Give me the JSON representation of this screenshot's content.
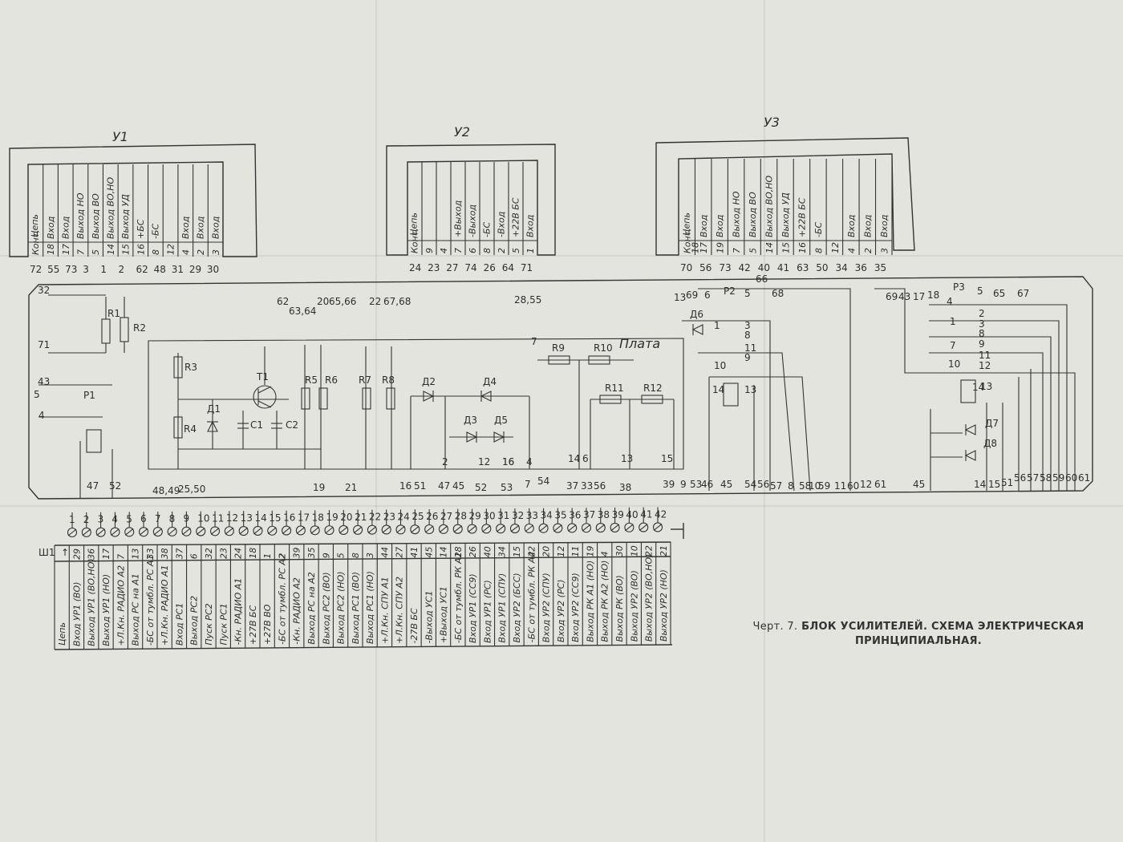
{
  "caption": {
    "prefix": "Черт. 7.",
    "line1": "БЛОК УСИЛИТЕЛЕЙ. СХЕМА ЭЛЕКТРИЧЕСКАЯ",
    "line2": "ПРИНЦИПИАЛЬНАЯ."
  },
  "board_label": "Плата",
  "u1": {
    "title": "У1",
    "circuit_label": "Цепь",
    "kont_label": "Конт.",
    "signals": [
      "Вход",
      "Вход",
      "Выход НО",
      "Выход ВО",
      "Выход ВО,НО",
      "Выход УД",
      "+БС",
      "-БС",
      "",
      "Вход",
      "Вход",
      "Вход"
    ],
    "contacts": [
      "18",
      "17",
      "7",
      "5",
      "14",
      "15",
      "16",
      "8",
      "12",
      "4",
      "2",
      "3"
    ],
    "ext": [
      "72",
      "55",
      "73",
      "3",
      "1",
      "2",
      "62",
      "48",
      "31",
      "29",
      "30"
    ]
  },
  "u2": {
    "title": "У2",
    "circuit_label": "Цепь",
    "kont_label": "Конт.",
    "signals": [
      "",
      "",
      "+Выход",
      "-Выход",
      "-БС",
      "-Вход",
      "+22В БС",
      "Вход"
    ],
    "contacts": [
      "9",
      "4",
      "7",
      "6",
      "8",
      "2",
      "5",
      "1"
    ],
    "ext": [
      "24",
      "23",
      "27",
      "74",
      "26",
      "64",
      "71"
    ]
  },
  "u3": {
    "title": "У3",
    "circuit_label": "Цепь",
    "kont_label": "Конт.",
    "signals": [
      "Вход",
      "Вход",
      "Выход НО",
      "Выход ВО",
      "Выход ВО,НО",
      "Выход УД",
      "+22В БС",
      "-БС",
      "",
      "Вход",
      "Вход",
      "Вход"
    ],
    "contacts": [
      "18",
      "17",
      "19",
      "7",
      "5",
      "14",
      "15",
      "16",
      "8",
      "12",
      "4",
      "2",
      "3"
    ],
    "ext": [
      "70",
      "56",
      "73",
      "42",
      "40",
      "41",
      "63",
      "50",
      "34",
      "36",
      "35"
    ]
  },
  "components": {
    "resistors": [
      "R1",
      "R2",
      "R3",
      "R4",
      "R5",
      "R6",
      "R7",
      "R8",
      "R9",
      "R10",
      "R11",
      "R12"
    ],
    "diodes": [
      "Д1",
      "Д2",
      "Д3",
      "Д4",
      "Д5",
      "Д6",
      "Д7",
      "Д8"
    ],
    "caps": [
      "C1",
      "C2"
    ],
    "transistor": "T1",
    "relays": [
      "P1",
      "P2",
      "P3"
    ]
  },
  "node_labels": [
    "32",
    "71",
    "43",
    "5",
    "4",
    "62",
    "63,64",
    "20",
    "65,66",
    "22",
    "67,68",
    "28,55",
    "7",
    "13",
    "69",
    "6",
    "5",
    "66",
    "68",
    "69",
    "43",
    "17",
    "18",
    "4",
    "5",
    "65",
    "67",
    "1",
    "2",
    "3",
    "7",
    "8",
    "9",
    "11",
    "10",
    "12",
    "14",
    "13",
    "14",
    "13",
    "10",
    "9",
    "1",
    "8",
    "3",
    "11",
    "16",
    "2",
    "12",
    "16",
    "4",
    "14",
    "6",
    "13",
    "15",
    "47",
    "52",
    "48,49",
    "25,50",
    "19",
    "21",
    "16",
    "51",
    "47",
    "45",
    "52",
    "53",
    "7",
    "54",
    "37",
    "33",
    "56",
    "38",
    "39",
    "9",
    "53",
    "46",
    "45",
    "54",
    "56",
    "57",
    "8",
    "58",
    "10",
    "59",
    "11",
    "60",
    "12",
    "61",
    "45",
    "14",
    "15",
    "51",
    "56",
    "57",
    "58",
    "59",
    "60",
    "61"
  ],
  "connector": {
    "label": "Ш1",
    "arrow": "↑",
    "circuit_label": "Цепь",
    "pins": [
      "1",
      "2",
      "3",
      "4",
      "5",
      "6",
      "7",
      "8",
      "9",
      "10",
      "11",
      "12",
      "13",
      "14",
      "15",
      "16",
      "17",
      "18",
      "19",
      "20",
      "21",
      "22",
      "23",
      "24",
      "25",
      "26",
      "27",
      "28",
      "29",
      "30",
      "31",
      "32",
      "33",
      "34",
      "35",
      "36",
      "37",
      "38",
      "39",
      "40",
      "41",
      "42"
    ],
    "contacts": [
      "29",
      "36",
      "17",
      "7",
      "13",
      "33",
      "38",
      "37",
      "6",
      "32",
      "23",
      "24",
      "18",
      "1",
      "2",
      "39",
      "35",
      "9",
      "5",
      "8",
      "3",
      "44",
      "27",
      "41",
      "45",
      "14",
      "28",
      "26",
      "40",
      "34",
      "15",
      "42",
      "20",
      "12",
      "11",
      "19",
      "4",
      "30",
      "10",
      "22",
      "21"
    ],
    "signals": [
      "Вход УР1 (ВО)",
      "Выход УР1 (ВО,НО)",
      "Выход УР1 (НО)",
      "+Л.Кн. РАДИО А2",
      "Выход РС на А1",
      "-БС от тумбл. РС А1",
      "+Л.Кн. РАДИО А1",
      "Вход РС1",
      "Выход РС2",
      "Пуск РС2",
      "Пуск РС1",
      "-Кн. РАДИО А1",
      "+27В БС",
      "+27В ВО",
      "-БС от тумбл. РС А2",
      "-Кн. РАДИО А2",
      "Выход РС на А2",
      "Выход РС2 (ВО)",
      "Выход РС2 (НО)",
      "Выход РС1 (ВО)",
      "Выход РС1 (НО)",
      "+Л.Кн. СПУ А1",
      "+Л.Кн. СПУ А2",
      "-27В БС",
      "-Выход УС1",
      "+Выход УС1",
      "-БС от тумбл. РК А1",
      "Вход УР1 (СС9)",
      "Вход УР1 (РС)",
      "Вход УР1 (СПУ)",
      "Вход УР2 (БСС)",
      "-БС от тумбл. РК А2",
      "Вход УР2 (СПУ)",
      "Вход УР2 (РС)",
      "Вход УР2 (СС9)",
      "Выход РК А1 (НО)",
      "Выход РК А2 (НО)",
      "Выход РК (ВО)",
      "Выход УР2 (ВО)",
      "Выход УР2 (ВО,НО)",
      "Выход УР2 (НО)"
    ]
  }
}
